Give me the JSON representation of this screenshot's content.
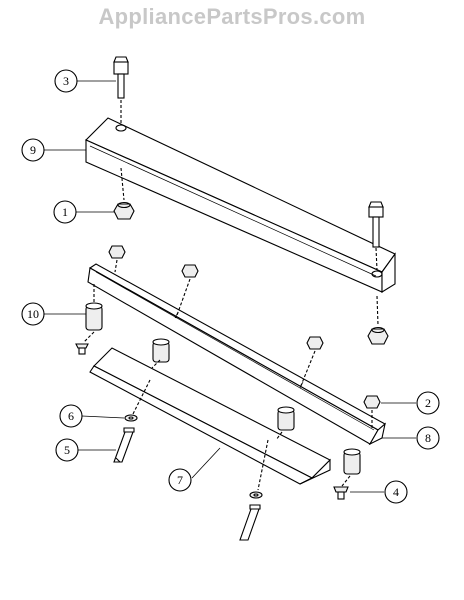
{
  "watermark": "AppliancePartsPros.com",
  "callouts": [
    {
      "id": "c1",
      "label": "1"
    },
    {
      "id": "c2",
      "label": "2"
    },
    {
      "id": "c3",
      "label": "3"
    },
    {
      "id": "c4",
      "label": "4"
    },
    {
      "id": "c5",
      "label": "5"
    },
    {
      "id": "c6",
      "label": "6"
    },
    {
      "id": "c7",
      "label": "7"
    },
    {
      "id": "c8",
      "label": "8"
    },
    {
      "id": "c9",
      "label": "9"
    },
    {
      "id": "c10",
      "label": "10"
    }
  ]
}
